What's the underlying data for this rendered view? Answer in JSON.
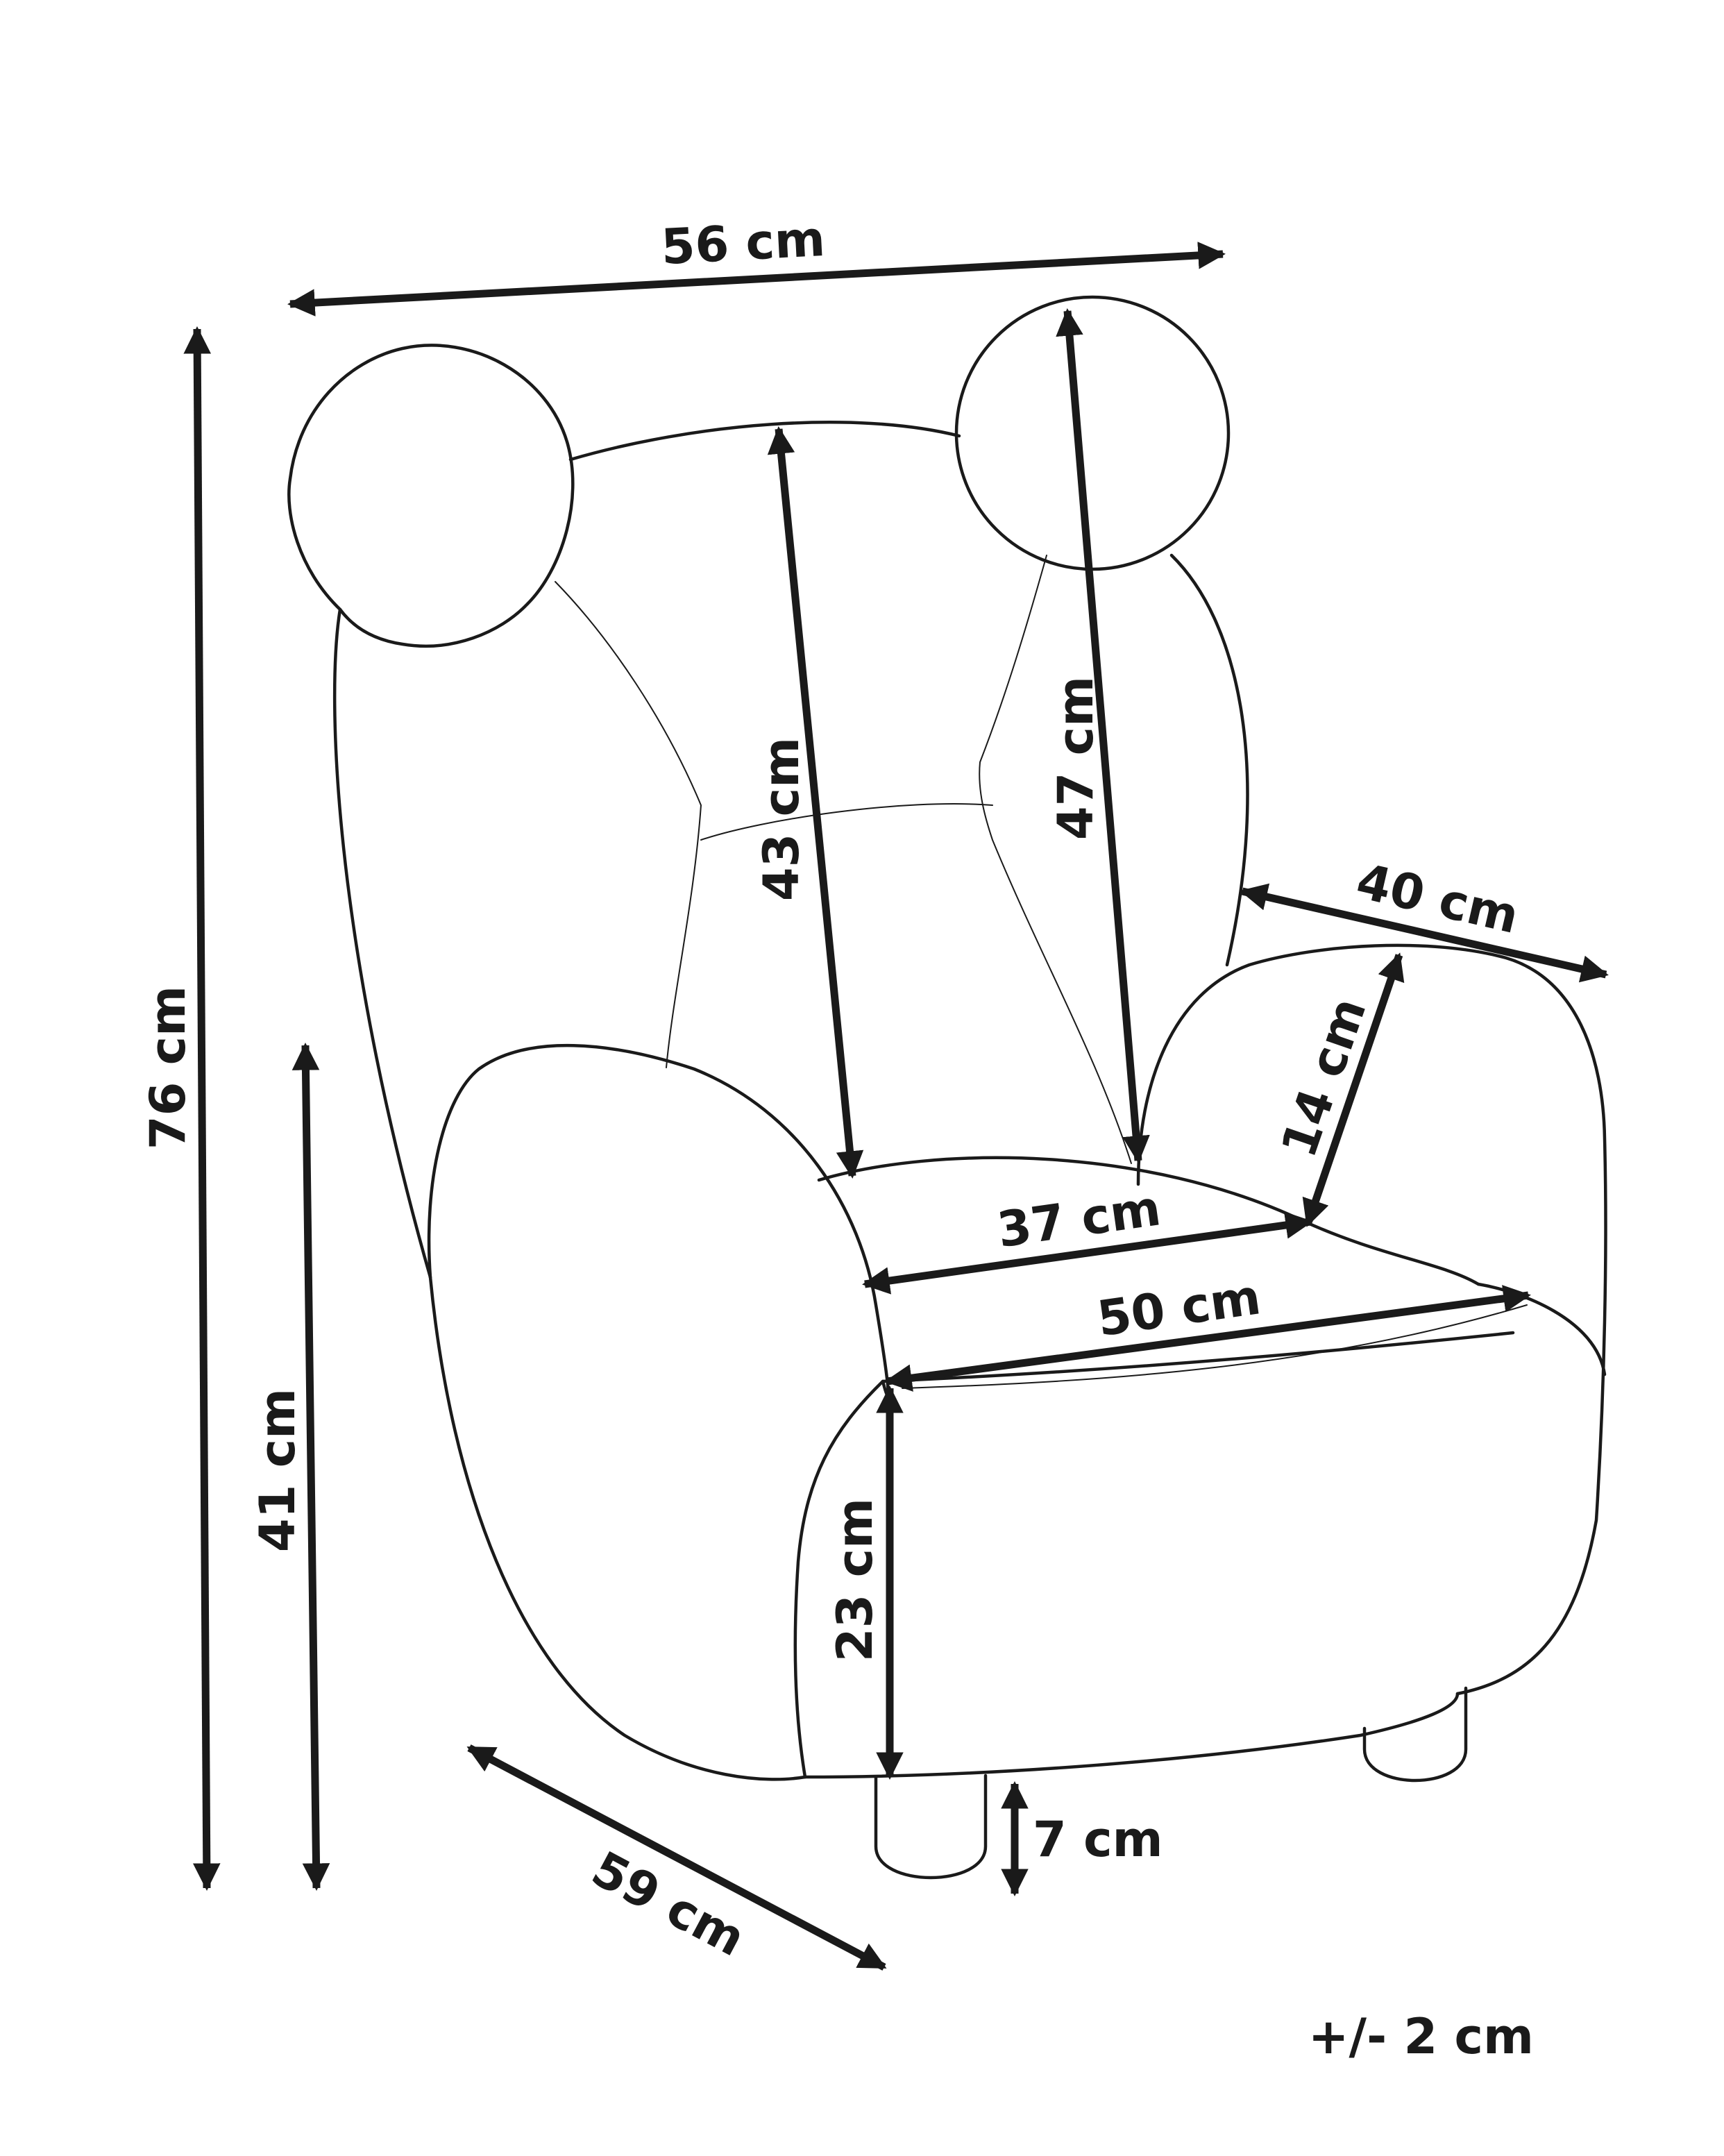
{
  "dimensions": {
    "width_top": "56 cm",
    "height_total": "76 cm",
    "seat_height": "41 cm",
    "backrest_height": "43 cm",
    "backrest_height_ears": "47 cm",
    "armrest_depth": "40 cm",
    "armrest_height": "14 cm",
    "seat_width_back": "37 cm",
    "seat_width_front": "50 cm",
    "seat_cushion_height": "23 cm",
    "leg_height": "7 cm",
    "depth": "59 cm"
  },
  "tolerance": "+/- 2 cm",
  "colors": {
    "line": "#1a1a1a",
    "background": "#ffffff"
  }
}
